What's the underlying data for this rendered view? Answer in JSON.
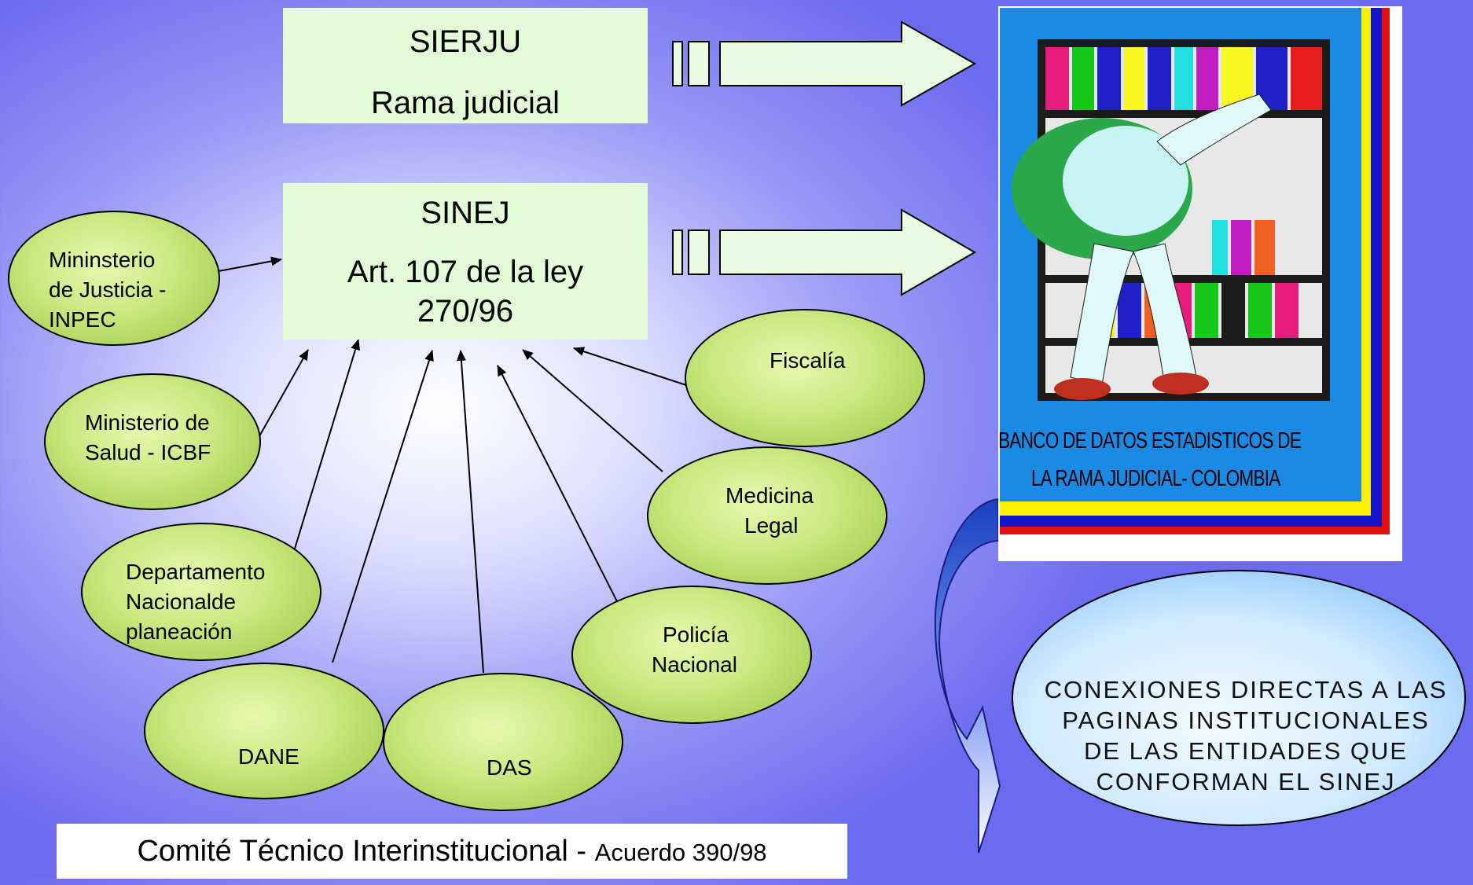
{
  "sierju": {
    "title": "SIERJU",
    "subtitle": "Rama judicial"
  },
  "sinej": {
    "title": "SINEJ",
    "line1": "Art. 107 de la ley",
    "line2": "270/96"
  },
  "entities": {
    "minjusticia": [
      "Mininsterio",
      "de Justicia -",
      "INPEC"
    ],
    "minsalud": [
      "Ministerio de",
      "Salud - ICBF"
    ],
    "dnp": [
      "Departamento",
      "Nacionalde",
      "planeación"
    ],
    "dane": "DANE",
    "das": "DAS",
    "policia": [
      "Policía",
      "Nacional"
    ],
    "medicina": [
      "Medicina",
      "Legal"
    ],
    "fiscalia": "Fiscalía"
  },
  "bank_caption": {
    "line1": "BANCO DE DATOS ESTADISTICOS DE",
    "line2": "LA RAMA JUDICIAL-  COLOMBIA"
  },
  "connections": [
    "CONEXIONES DIRECTAS A LAS",
    "PAGINAS INSTITUCIONALES",
    "DE LAS ENTIDADES QUE",
    "CONFORMAN EL SINEJ"
  ],
  "footer": {
    "main": "Comité Técnico Interinstitucional - ",
    "sub": "Acuerdo 390/98"
  },
  "colors": {
    "box_fill": "#e4fbd8",
    "ellipse_fill": "#c9e880",
    "bank_blue": "#1a8ae4"
  }
}
